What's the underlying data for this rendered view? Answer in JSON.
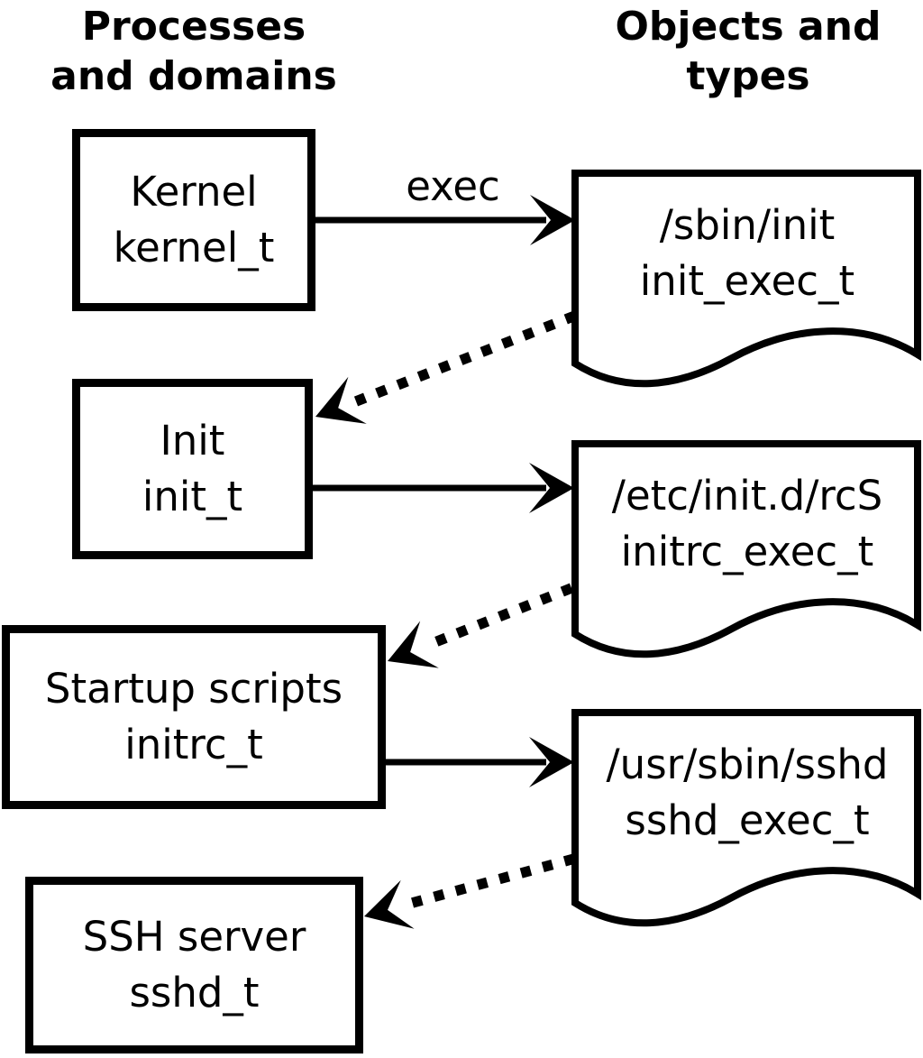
{
  "colors": {
    "foreground": "#000000",
    "background": "#ffffff"
  },
  "headers": {
    "processes": {
      "line1": "Processes",
      "line2": "and domains"
    },
    "objects": {
      "line1": "Objects and",
      "line2": "types"
    }
  },
  "processes": [
    {
      "name": "Kernel",
      "domain": "kernel_t"
    },
    {
      "name": "Init",
      "domain": "init_t"
    },
    {
      "name": "Startup scripts",
      "domain": "initrc_t"
    },
    {
      "name": "SSH server",
      "domain": "sshd_t"
    }
  ],
  "objects": [
    {
      "path": "/sbin/init",
      "type": "init_exec_t"
    },
    {
      "path": "/etc/init.d/rcS",
      "type": "initrc_exec_t"
    },
    {
      "path": "/usr/sbin/sshd",
      "type": "sshd_exec_t"
    }
  ],
  "labels": {
    "exec": "exec"
  }
}
